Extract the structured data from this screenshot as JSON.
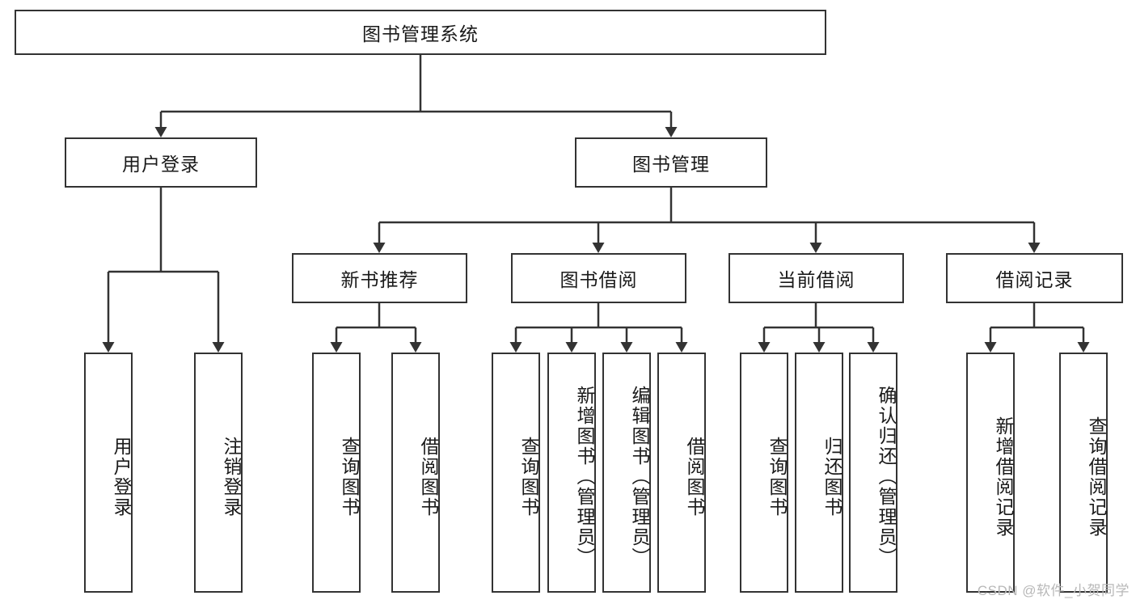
{
  "diagram": {
    "title_node": {
      "label": "图书管理系统"
    },
    "level2": [
      {
        "label": "用户登录"
      },
      {
        "label": "图书管理"
      }
    ],
    "level3": [
      {
        "label": "新书推荐"
      },
      {
        "label": "图书借阅"
      },
      {
        "label": "当前借阅"
      },
      {
        "label": "借阅记录"
      }
    ],
    "leaves": {
      "user_login": [
        {
          "label": "用户登录"
        },
        {
          "label": "注销登录"
        }
      ],
      "new_book_recommend": [
        {
          "label": "查询图书"
        },
        {
          "label": "借阅图书"
        }
      ],
      "book_borrow": [
        {
          "label": "查询图书"
        },
        {
          "label": "新增图书（管理员）"
        },
        {
          "label": "编辑图书（管理员）"
        },
        {
          "label": "借阅图书"
        }
      ],
      "current_borrow": [
        {
          "label": "查询图书"
        },
        {
          "label": "归还图书"
        },
        {
          "label": "确认归还（管理员）"
        }
      ],
      "borrow_record": [
        {
          "label": "新增借阅记录"
        },
        {
          "label": "查询借阅记录"
        }
      ]
    }
  },
  "watermark": {
    "text": "CSDN @软件_小贺同学"
  },
  "colors": {
    "stroke": "#333333",
    "box_fill": "#ffffff",
    "text": "#1a1a1a",
    "watermark": "#b8b8b8"
  }
}
